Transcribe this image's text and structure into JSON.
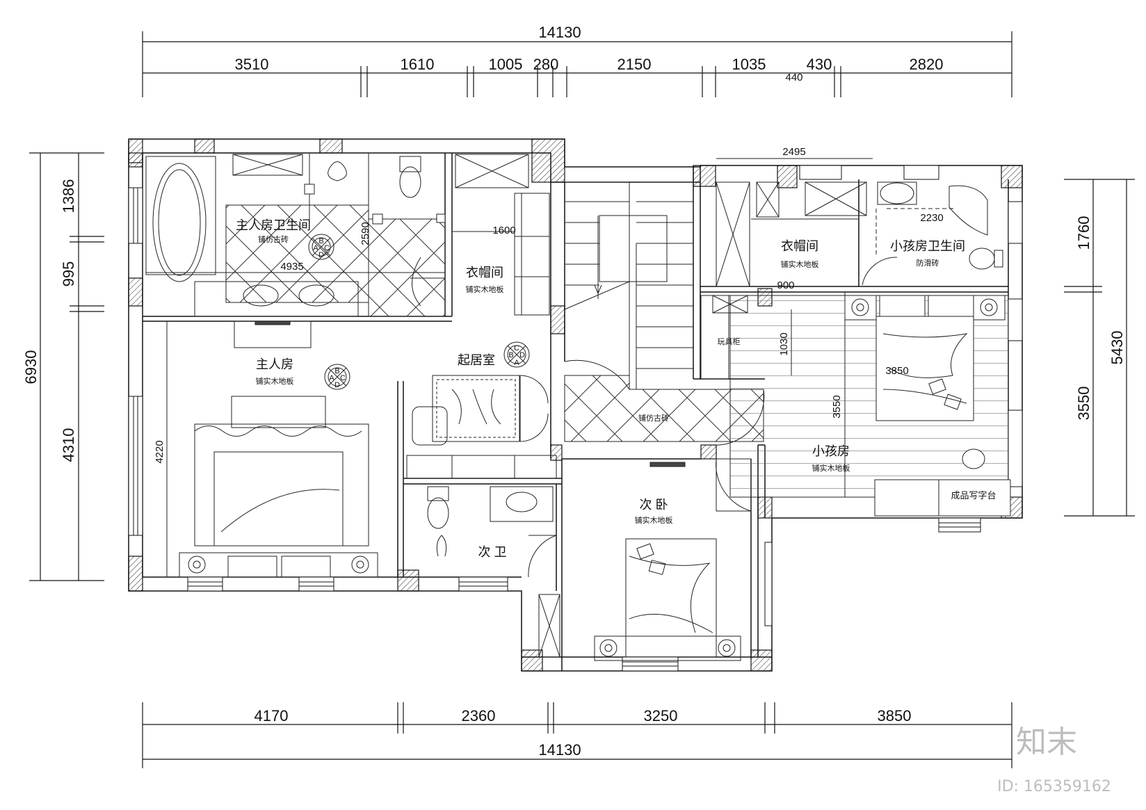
{
  "dimensions": {
    "top_total": "14130",
    "top_segments": [
      "3510",
      "1610",
      "1005",
      "280",
      "2150",
      "1035",
      "440",
      "430",
      "2820"
    ],
    "bottom_total": "14130",
    "bottom_segments": [
      "4170",
      "2360",
      "3250",
      "3850"
    ],
    "left_total": "6930",
    "left_segments": [
      "1386",
      "995",
      "4310"
    ],
    "right_total": "5430",
    "right_segments": [
      "1760",
      "3550"
    ],
    "interior": {
      "wardrobe_top": "2495",
      "master_bath_width": "4935",
      "master_bath_height": "2590",
      "closet_width": "1600",
      "kid_bath_width": "2230",
      "kid_room_900": "900",
      "kid_room_1030": "1030",
      "kid_room_3850": "3850",
      "kid_room_3550": "3550",
      "master_bed_4220": "4220"
    }
  },
  "rooms": {
    "master_bath": {
      "name": "主人房卫生间",
      "floor": "铺仿古砖"
    },
    "master_closet": {
      "name": "衣帽间",
      "floor": "铺实木地板"
    },
    "master_bedroom": {
      "name": "主人房",
      "floor": "铺实木地板"
    },
    "living": {
      "name": "起居室"
    },
    "corridor": {
      "floor": "铺仿古砖"
    },
    "second_bath": {
      "name": "次 卫"
    },
    "second_bedroom": {
      "name": "次 卧",
      "floor": "铺实木地板"
    },
    "kid_closet": {
      "name": "衣帽间",
      "floor": "铺实木地板"
    },
    "kid_bath": {
      "name": "小孩房卫生间",
      "floor": "防滑砖"
    },
    "kid_room": {
      "name": "小孩房",
      "floor": "铺实木地板"
    },
    "toy_cabinet": {
      "name": "玩具柜"
    },
    "desk": {
      "name": "成品写字台"
    }
  },
  "elevation_marker_letters": [
    "A",
    "B",
    "C",
    "D"
  ],
  "watermark": {
    "logo": "知末",
    "id": "ID: 165359162"
  }
}
